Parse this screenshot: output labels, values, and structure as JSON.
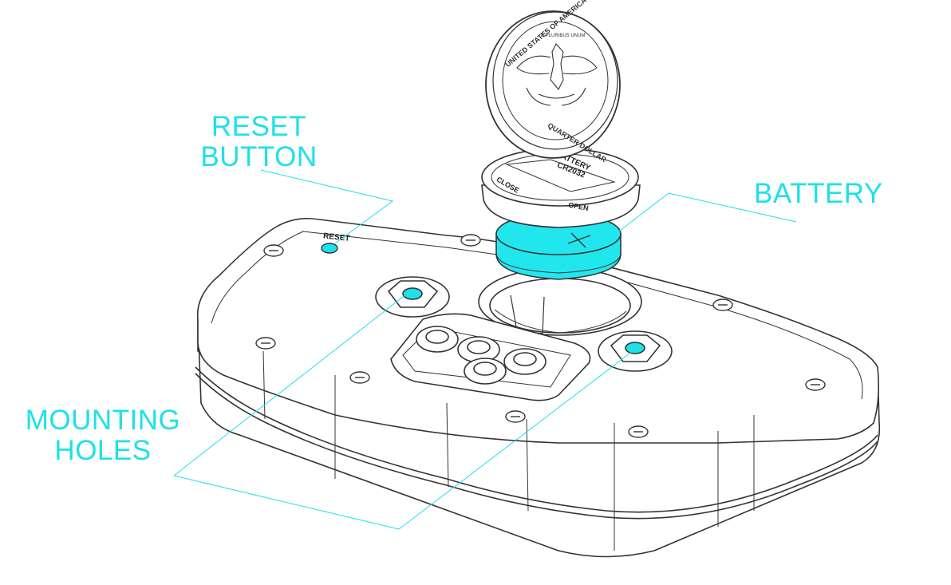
{
  "callouts": {
    "reset": {
      "line1": "RESET",
      "line2": "BUTTON"
    },
    "battery": {
      "label": "BATTERY"
    },
    "mounting": {
      "line1": "MOUNTING",
      "line2": "HOLES"
    }
  },
  "device": {
    "reset_label": "RESET"
  },
  "cap": {
    "text_top": "BATTERY",
    "text_model": "CR2032",
    "text_close": "CLOSE",
    "text_open": "OPEN"
  },
  "coin": {
    "rim_text": "UNITED STATES OF AMERICA",
    "motto": "E PLURIBUS UNUM",
    "denomination": "QUARTER DOLLAR"
  },
  "colors": {
    "accent": "#1fe0e8",
    "highlight_fill": "#22e6ee",
    "line": "#333333",
    "body": "#ffffff"
  }
}
